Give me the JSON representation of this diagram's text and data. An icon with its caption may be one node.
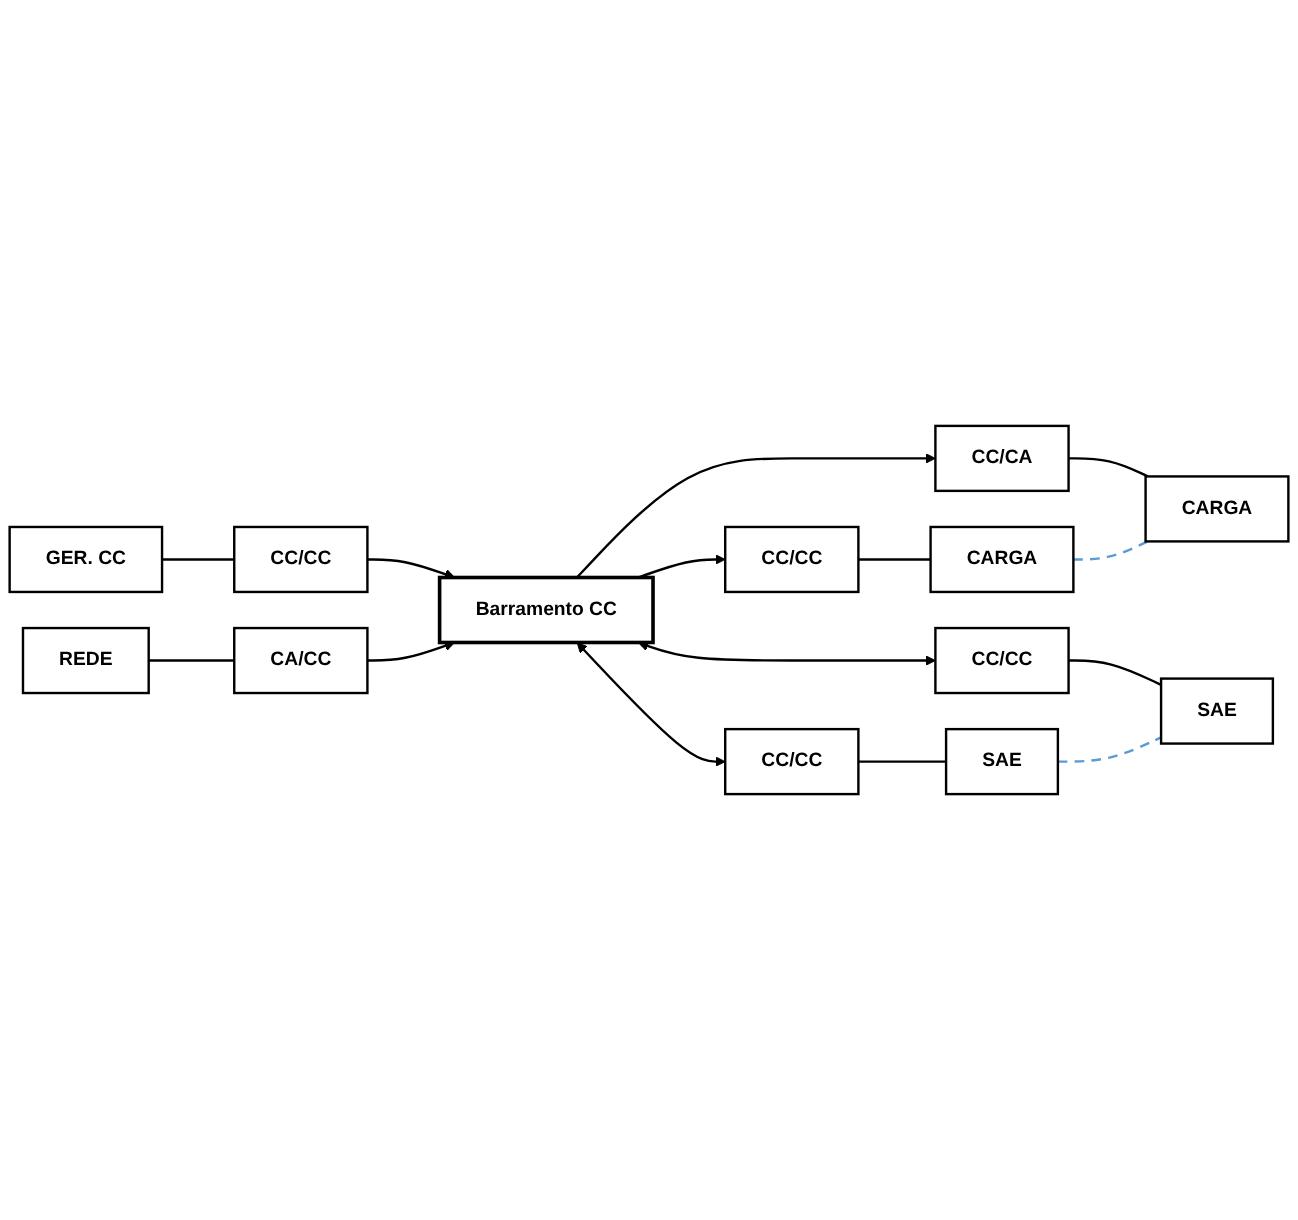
{
  "diagram": {
    "nodes": [
      {
        "text": [
          "GER. CC"
        ]
      },
      {
        "text": [
          "CC/CC"
        ]
      },
      {
        "text": [
          "REDE"
        ]
      },
      {
        "text": [
          "CA/CC"
        ]
      },
      {
        "text": [
          "Barramento CC"
        ]
      },
      {
        "text": [
          "CC/CC"
        ]
      },
      {
        "text": [
          "CARGA"
        ]
      },
      {
        "text": [
          "CC/CA"
        ]
      },
      {
        "text": [
          "CARGA"
        ]
      },
      {
        "text": [
          "CC/CC"
        ]
      },
      {
        "text": [
          "SAE"
        ]
      },
      {
        "text": [
          "CC/CC"
        ]
      },
      {
        "text": [
          "SAE"
        ]
      }
    ],
    "edges": [
      {
        "from": 0,
        "to": 1,
        "arrow": "none"
      },
      {
        "from": 1,
        "to": 4,
        "arrow": "to"
      },
      {
        "from": 2,
        "to": 3,
        "arrow": "none"
      },
      {
        "from": 3,
        "to": 4,
        "arrow": "to"
      },
      {
        "from": 4,
        "to": 5,
        "arrow": "to"
      },
      {
        "from": 5,
        "to": 6,
        "arrow": "none"
      },
      {
        "from": 4,
        "to": 7,
        "arrow": "to"
      },
      {
        "from": 7,
        "to": 8,
        "arrow": "none"
      },
      {
        "from": 4,
        "to": 9,
        "arrow": "both"
      },
      {
        "from": 9,
        "to": 10,
        "arrow": "none"
      },
      {
        "from": 4,
        "to": 11,
        "arrow": "both"
      },
      {
        "from": 11,
        "to": 12,
        "arrow": "none"
      },
      {
        "from": 6,
        "to": 8,
        "arrow": "none",
        "style": "dashed",
        "color": "#5b9bd5"
      },
      {
        "from": 10,
        "to": 12,
        "arrow": "none",
        "style": "dashed",
        "color": "#5b9bd5"
      }
    ]
  }
}
